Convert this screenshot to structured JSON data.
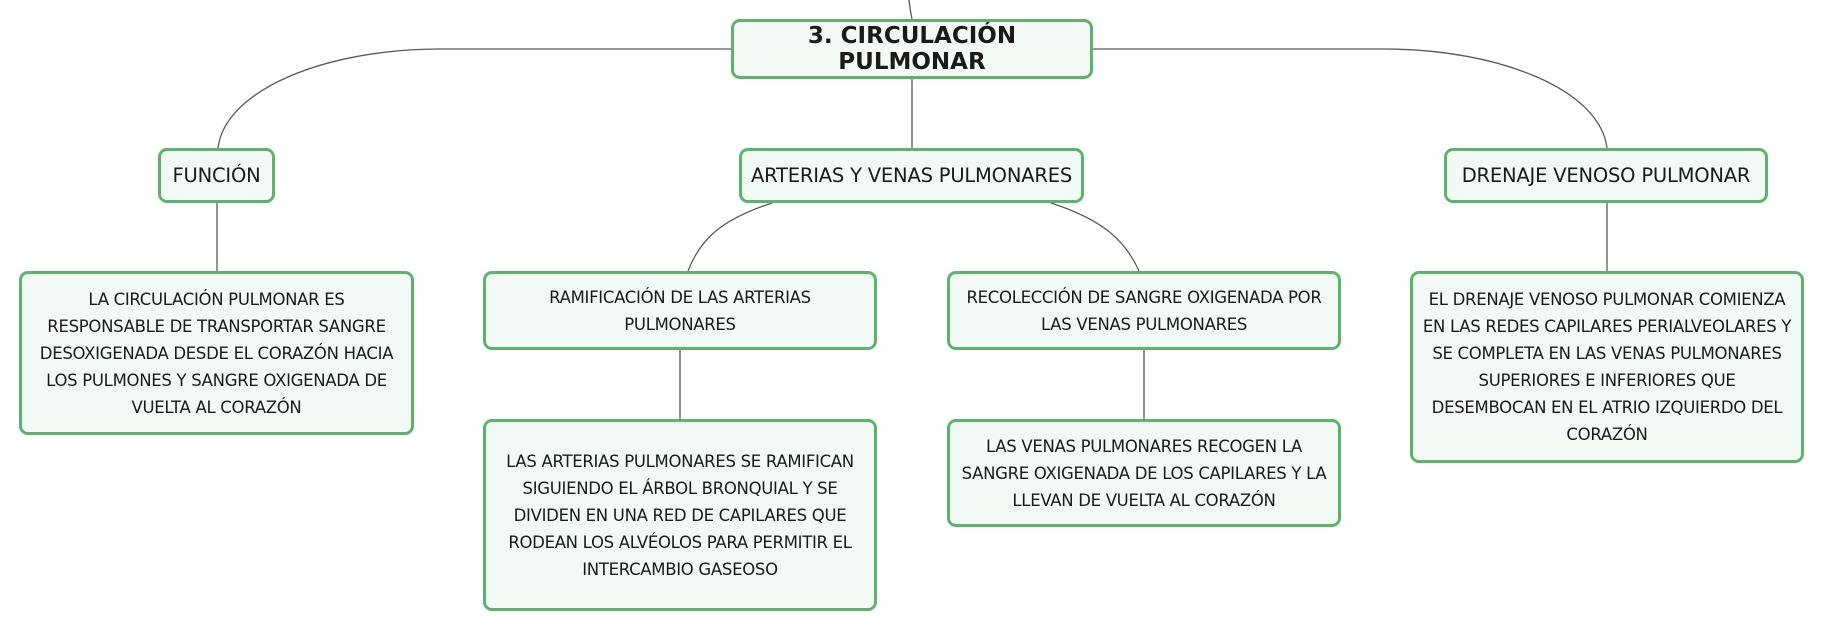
{
  "diagram": {
    "root": {
      "label": "3. CIRCULACIÓN PULMONAR"
    },
    "branches": [
      {
        "label": "FUNCIÓN",
        "children": [
          {
            "label": "LA CIRCULACIÓN PULMONAR ES RESPONSABLE DE TRANSPORTAR SANGRE DESOXIGENADA DESDE EL CORAZÓN HACIA LOS PULMONES Y SANGRE OXIGENADA DE VUELTA AL CORAZÓN"
          }
        ]
      },
      {
        "label": "ARTERIAS Y VENAS PULMONARES",
        "children": [
          {
            "label": "RAMIFICACIÓN DE LAS ARTERIAS PULMONARES",
            "children": [
              {
                "label": "LAS ARTERIAS PULMONARES SE RAMIFICAN SIGUIENDO EL ÁRBOL BRONQUIAL Y SE DIVIDEN EN UNA RED DE CAPILARES QUE RODEAN LOS ALVÉOLOS PARA PERMITIR EL INTERCAMBIO GASEOSO"
              }
            ]
          },
          {
            "label": "RECOLECCIÓN DE SANGRE OXIGENADA POR LAS VENAS PULMONARES",
            "children": [
              {
                "label": "LAS VENAS PULMONARES RECOGEN LA SANGRE OXIGENADA DE LOS CAPILARES Y LA LLEVAN DE VUELTA AL CORAZÓN"
              }
            ]
          }
        ]
      },
      {
        "label": "DRENAJE VENOSO PULMONAR",
        "children": [
          {
            "label": "EL DRENAJE VENOSO PULMONAR COMIENZA EN LAS REDES CAPILARES PERIALVEOLARES Y SE COMPLETA EN LAS VENAS PULMONARES SUPERIORES E INFERIORES QUE DESEMBOCAN EN EL ATRIO IZQUIERDO DEL CORAZÓN"
          }
        ]
      }
    ]
  },
  "colors": {
    "node_border": "#5cb46a",
    "node_fill": "#f3f9f4",
    "connector": "#5a5a5a",
    "text": "#1a1a1a"
  }
}
